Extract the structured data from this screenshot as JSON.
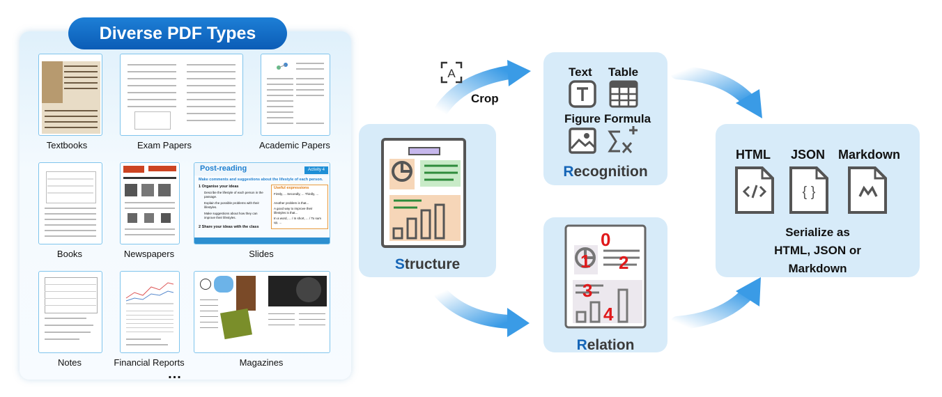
{
  "pdf_types": {
    "title": "Diverse PDF Types",
    "items": [
      {
        "label": "Textbooks"
      },
      {
        "label": "Exam Papers"
      },
      {
        "label": "Academic Papers"
      },
      {
        "label": "Books"
      },
      {
        "label": "Newspapers"
      },
      {
        "label": "Slides"
      },
      {
        "label": "Notes"
      },
      {
        "label": "Financial Reports"
      },
      {
        "label": "Magazines"
      }
    ],
    "more": "...",
    "slide_preview": {
      "heading": "Post-reading",
      "badge": "Activity 4",
      "instruction": "Make comments and suggestions about the lifestyle of each person.",
      "step1": "1 Organise your ideas",
      "bullets": [
        "Describe the lifestyle of each person in the passage.",
        "Explain the possible problems with their lifestyles.",
        "Make suggestions about how they can improve their lifestyles."
      ],
      "step2": "2 Share your ideas with the class",
      "expressions_title": "Useful expressions",
      "expressions": [
        "Firstly, ... Secondly, ... Thirdly, ...",
        "Another problem is that...",
        "A good way to improve their lifestyles is that...",
        "In a word, ... / In short, ... / To sum up, ..."
      ]
    }
  },
  "flow": {
    "crop_label": "Crop",
    "structure_first": "S",
    "structure_rest": "tructure",
    "recognition_first": "R",
    "recognition_rest": "ecognition",
    "relation_first": "R",
    "relation_rest": "elation",
    "recognition_items": [
      "Text",
      "Table",
      "Figure",
      "Formula"
    ],
    "relation_numbers": [
      "0",
      "1",
      "2",
      "3",
      "4"
    ]
  },
  "output": {
    "formats": [
      "HTML",
      "JSON",
      "Markdown"
    ],
    "caption_lines": [
      "Serialize as",
      "HTML, JSON or",
      "Markdown"
    ]
  },
  "colors": {
    "accent_blue": "#1565b7",
    "box_bg": "#d7ebf9",
    "arrow_blue": "#4aa3e8",
    "order_red": "#e0191b"
  }
}
